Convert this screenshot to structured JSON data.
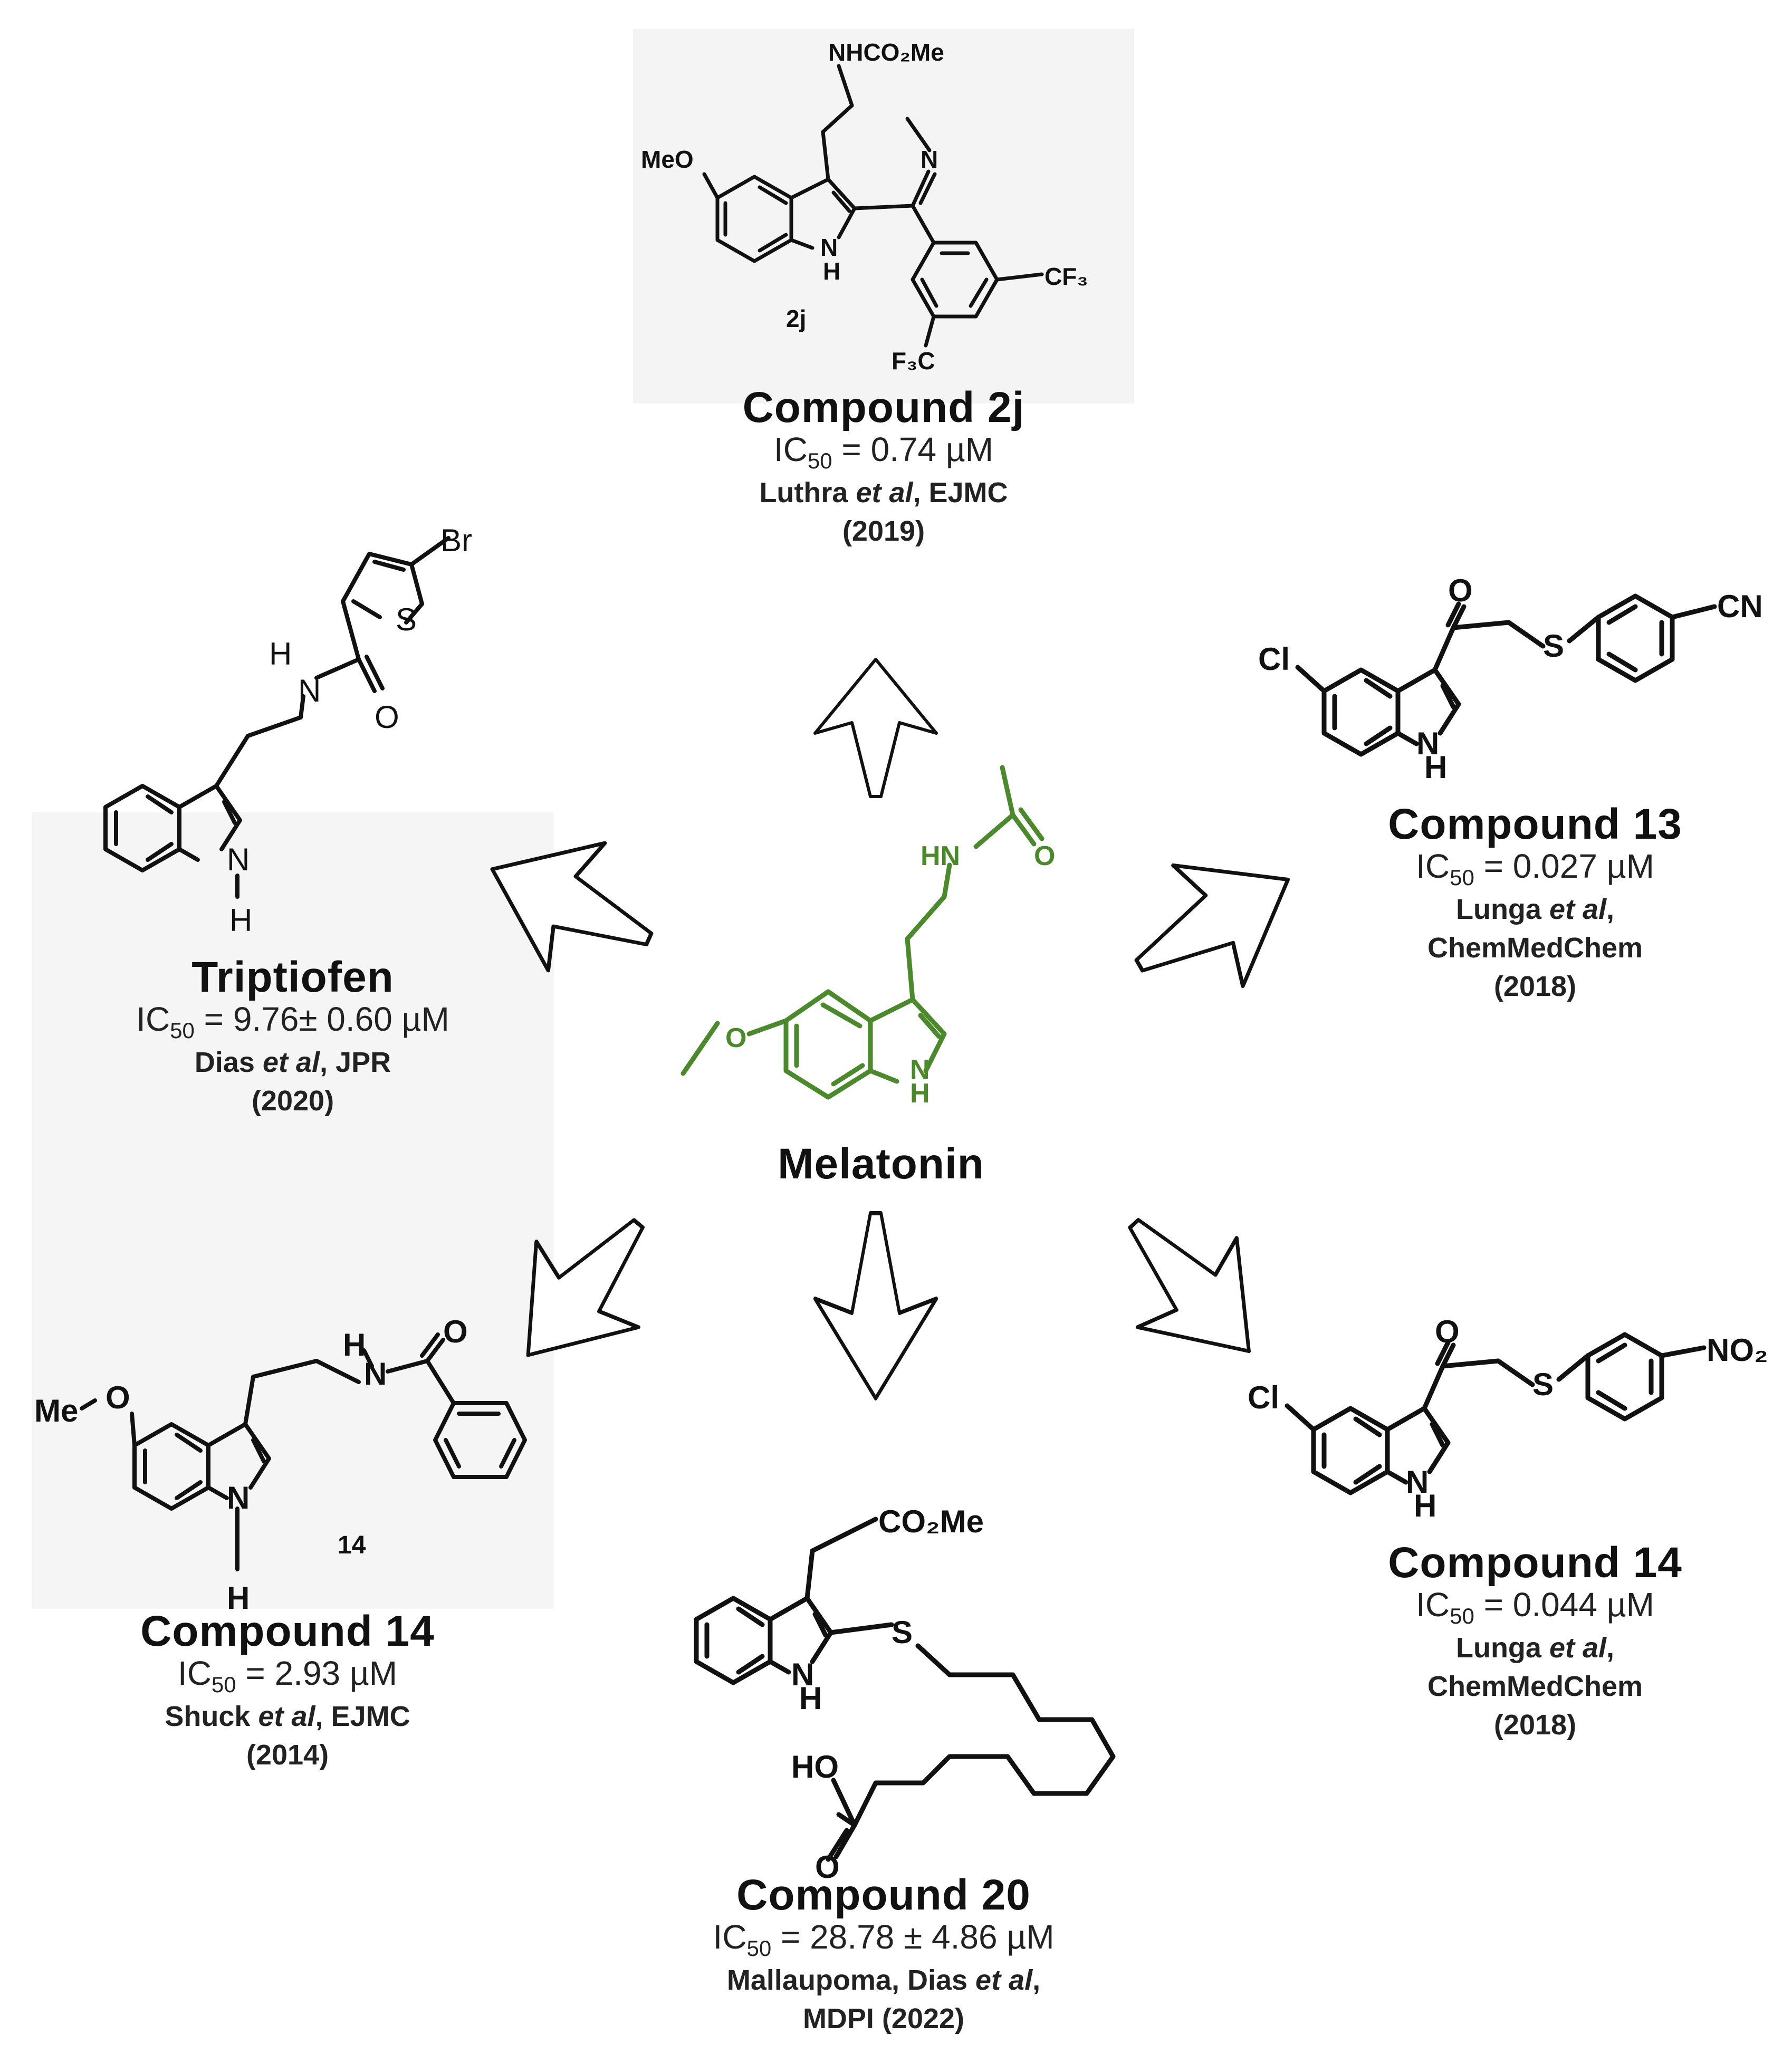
{
  "center": {
    "name": "Melatonin",
    "color": "#4a8a2a",
    "atoms": {
      "nh": "HN",
      "o": "O",
      "n": "N",
      "h": "H"
    }
  },
  "compounds": [
    {
      "id": "2j",
      "name": "Compound 2j",
      "ic_prefix": "IC",
      "ic_sub": "50",
      "ic_value": " = 0.74 µM",
      "ref_authors": "Luthra ",
      "ref_etal": "et al",
      "ref_journal": ", EJMC",
      "ref_year": "(2019)",
      "atoms": {
        "carbamate": "NHCO₂Me",
        "imine_n": "N",
        "meo": "MeO",
        "nh": "N",
        "h": "H",
        "cf3": "CF₃",
        "f3c": "F₃C",
        "label": "2j"
      }
    },
    {
      "id": "13",
      "name": "Compound 13",
      "ic_prefix": "IC",
      "ic_sub": "50",
      "ic_value": " = 0.027 µM",
      "ref_authors": "Lunga ",
      "ref_etal": "et al",
      "ref_journal": ",",
      "ref_line2": "ChemMedChem",
      "ref_year": "(2018)",
      "atoms": {
        "o": "O",
        "s": "S",
        "cn": "CN",
        "cl": "Cl",
        "n": "N",
        "h": "H"
      }
    },
    {
      "id": "14b",
      "name": "Compound 14",
      "ic_prefix": "IC",
      "ic_sub": "50",
      "ic_value": " = 0.044 µM",
      "ref_authors": "Lunga ",
      "ref_etal": "et al",
      "ref_journal": ",",
      "ref_line2": "ChemMedChem",
      "ref_year": "(2018)",
      "atoms": {
        "o": "O",
        "s": "S",
        "no2": "NO₂",
        "cl": "Cl",
        "n": "N",
        "h": "H"
      }
    },
    {
      "id": "20",
      "name": "Compound 20",
      "ic_prefix": "IC",
      "ic_sub": "50",
      "ic_value": " = 28.78 ± 4.86 µM",
      "ref_authors": "Mallaupoma, Dias ",
      "ref_etal": "et al",
      "ref_journal": ",",
      "ref_line2": "MDPI (2022)",
      "atoms": {
        "co2me": "CO₂Me",
        "s": "S",
        "n": "N",
        "h": "H",
        "ho": "HO",
        "o": "O"
      }
    },
    {
      "id": "14a",
      "name": "Compound 14",
      "ic_prefix": "IC",
      "ic_sub": "50",
      "ic_value": " = 2.93 µM",
      "ref_authors": "Shuck ",
      "ref_etal": "et al",
      "ref_journal": ", EJMC",
      "ref_year": "(2014)",
      "atoms": {
        "h": "H",
        "n": "N",
        "o": "O",
        "meo": "Me",
        "o2": "O",
        "label": "14"
      }
    },
    {
      "id": "trip",
      "name": "Triptiofen",
      "ic_prefix": "IC",
      "ic_sub": "50",
      "ic_value": " = 9.76± 0.60 µM",
      "ref_authors": "Dias ",
      "ref_etal": "et al",
      "ref_journal": ", JPR",
      "ref_year": "(2020)",
      "atoms": {
        "br": "Br",
        "s": "S",
        "h": "H",
        "n": "N",
        "o": "O"
      }
    }
  ]
}
